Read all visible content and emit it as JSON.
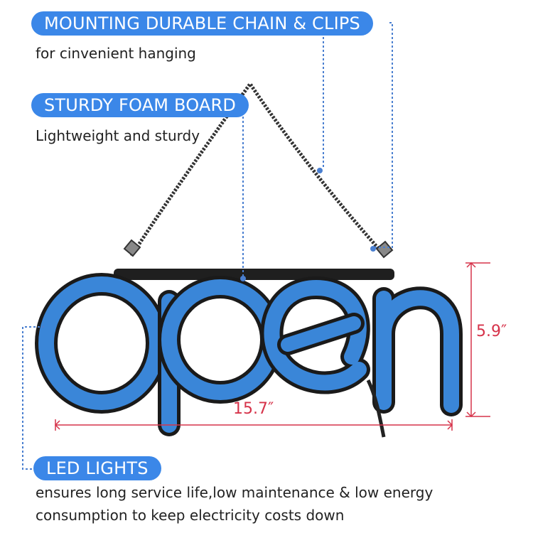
{
  "callouts": {
    "mounting": {
      "title": "MOUNTING DURABLE CHAIN & CLIPS",
      "caption": "for cinvenient hanging"
    },
    "foam": {
      "title": "STURDY FOAM BOARD",
      "caption": "Lightweight and sturdy"
    },
    "led": {
      "title": "LED LIGHTS",
      "caption_line1": "ensures long service life,low maintenance & low energy",
      "caption_line2": "consumption to keep electricity costs down"
    }
  },
  "dimensions": {
    "width": "15.7″",
    "height": "5.9″"
  },
  "sign": {
    "word": "open",
    "color": "#3a86d8"
  },
  "colors": {
    "accent": "#3b87e8",
    "dimension": "#d6334a",
    "guide": "#4a7fd0"
  }
}
